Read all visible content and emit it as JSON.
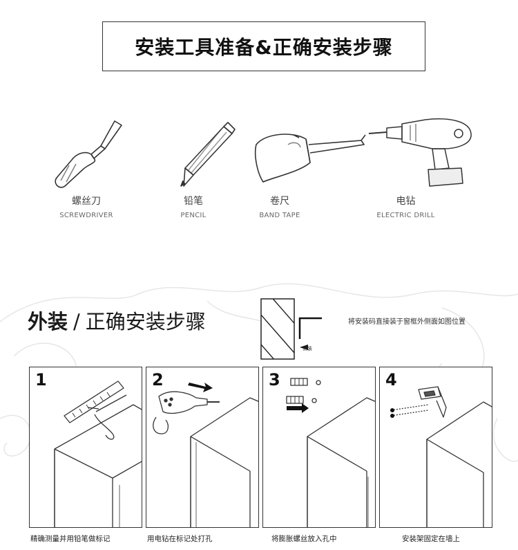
{
  "title": "安装工具准备&正确安装步骤",
  "tools": [
    {
      "cn": "螺丝刀",
      "en": "SCREWDRIVER",
      "icon": "screwdriver-icon"
    },
    {
      "cn": "铅笔",
      "en": "PENCIL",
      "icon": "pencil-icon"
    },
    {
      "cn": "卷尺",
      "en": "BAND TAPE",
      "icon": "tape-measure-icon"
    },
    {
      "cn": "电钻",
      "en": "ELECTRIC DRILL",
      "icon": "drill-icon"
    }
  ],
  "heading": {
    "bold": "外装",
    "separator": "/",
    "rest": "正确安装步骤"
  },
  "diagram_note": "将安装码直接装于窗框外侧面如图位置",
  "diagram_side_label": "侧装",
  "steps": [
    {
      "number": "1",
      "caption": "精确测量并用铅笔做标记"
    },
    {
      "number": "2",
      "caption": "用电钻在标记处打孔"
    },
    {
      "number": "3",
      "caption": "将膨胀螺丝放入孔中"
    },
    {
      "number": "4",
      "caption": "安装架固定在墙上"
    }
  ]
}
